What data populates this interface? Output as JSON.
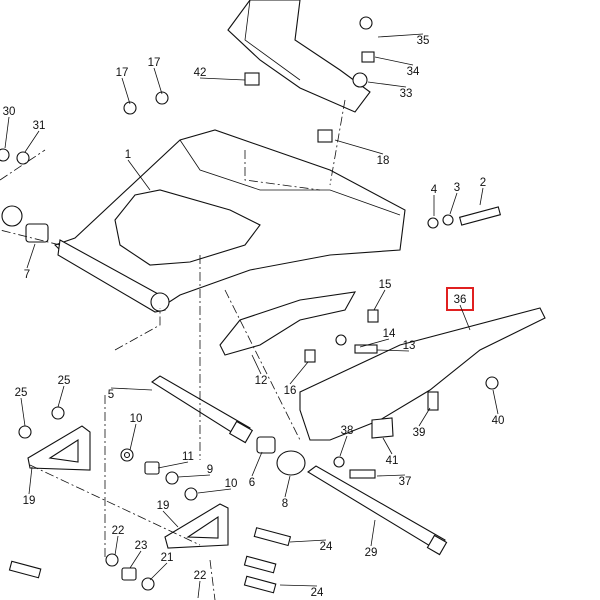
{
  "diagram": {
    "title": "Rear arm exploded parts diagram",
    "highlighted_callout": "36",
    "highlight_color": "#e02020",
    "callouts": [
      "35",
      "34",
      "33",
      "42",
      "17",
      "17",
      "30",
      "31",
      "1",
      "18",
      "4",
      "3",
      "2",
      "15",
      "36",
      "14",
      "13",
      "12",
      "16",
      "7",
      "40",
      "39",
      "25",
      "25",
      "5",
      "10",
      "11",
      "9",
      "10",
      "38",
      "41",
      "37",
      "6",
      "8",
      "19",
      "19",
      "22",
      "23",
      "21",
      "22",
      "24",
      "24",
      "29"
    ]
  }
}
